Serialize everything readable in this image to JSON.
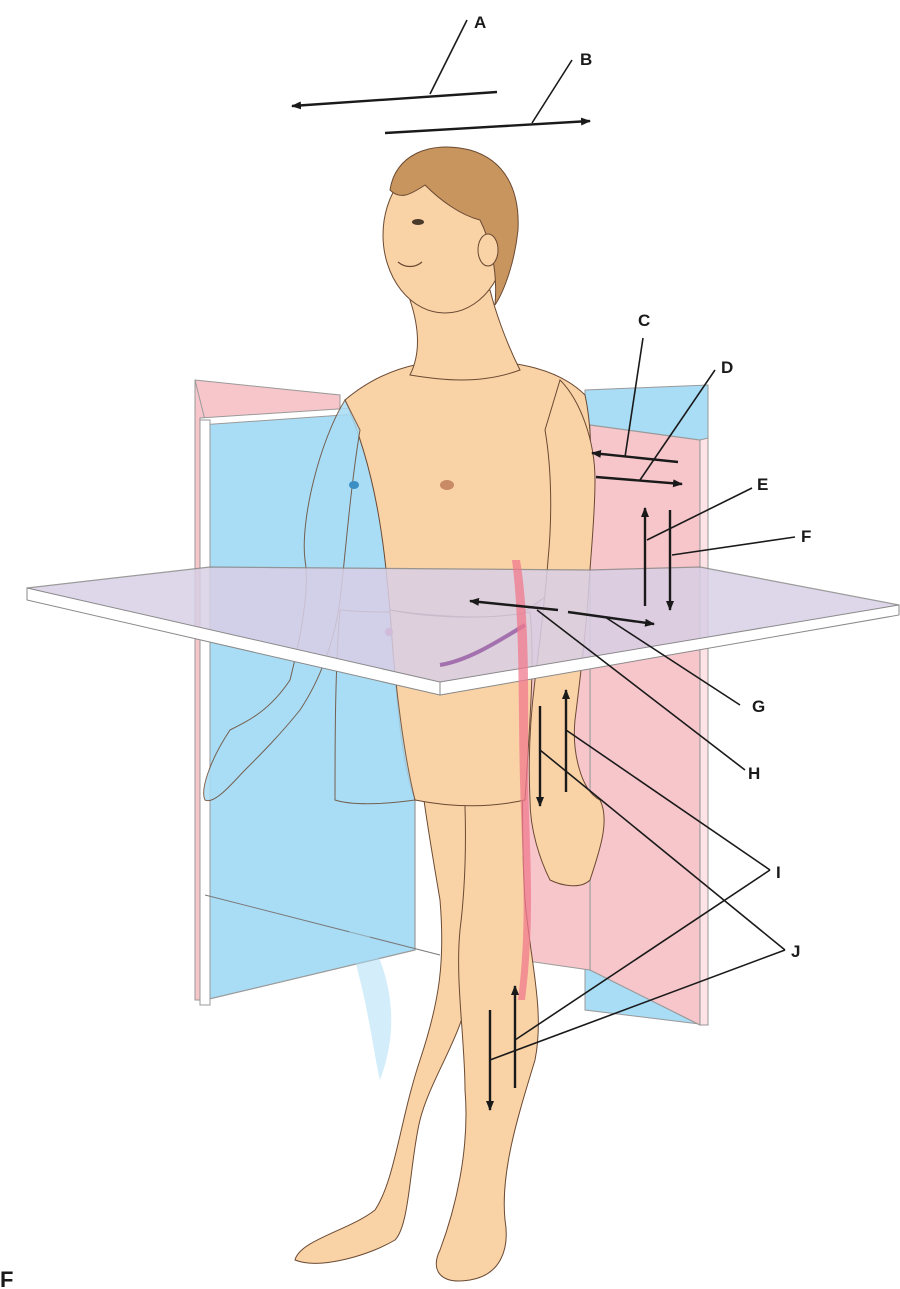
{
  "figure": {
    "panel_letter": "F",
    "labels": [
      "A",
      "B",
      "C",
      "D",
      "E",
      "F",
      "G",
      "H",
      "I",
      "J"
    ],
    "colors": {
      "sagittal_plane": "#f7c6cb",
      "frontal_plane": "#a9dcf5",
      "transverse_plane": "#d9cfe6",
      "skin": "#f9d2a6",
      "hair": "#c8955f",
      "arrow": "#1a1a1a"
    },
    "icons": [
      "human-figure-anatomical-position"
    ]
  }
}
